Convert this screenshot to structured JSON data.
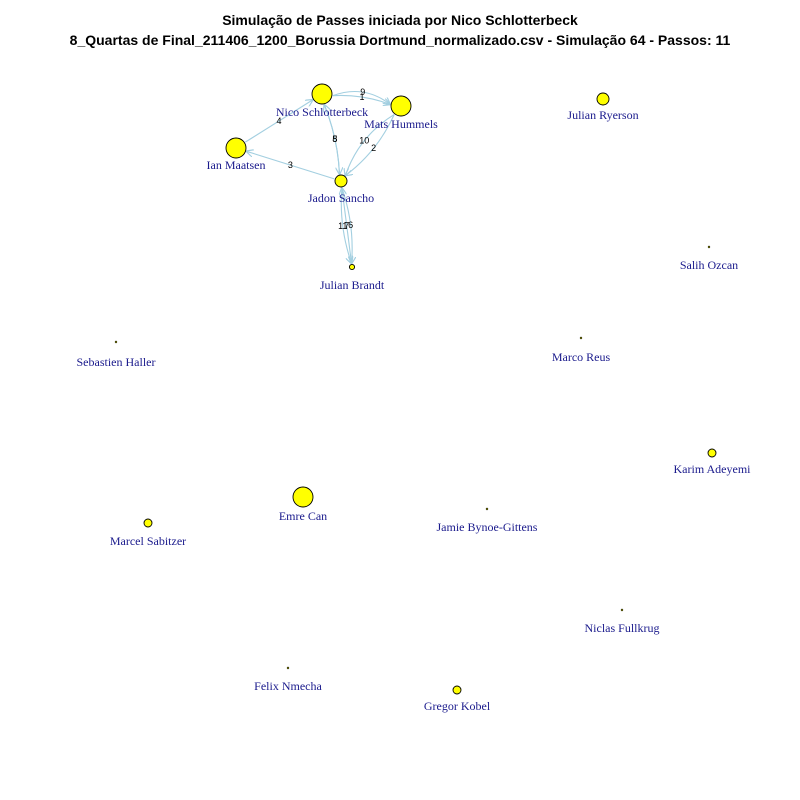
{
  "title": {
    "line1": "Simulação de Passes iniciada por Nico Schlotterbeck",
    "line2": "8_Quartas de Final_211406_1200_Borussia Dortmund_normalizado.csv - Simulação 64 - Passos: 11"
  },
  "colors": {
    "node_fill": "#ffff00",
    "node_stroke": "#000000",
    "edge": "#a3cfe0",
    "label": "#1a1a8c"
  },
  "nodes": [
    {
      "id": "nico",
      "label": "Nico Schlotterbeck",
      "size": "large"
    },
    {
      "id": "mats",
      "label": "Mats Hummels",
      "size": "large"
    },
    {
      "id": "ian",
      "label": "Ian Maatsen",
      "size": "large"
    },
    {
      "id": "jadon",
      "label": "Jadon Sancho",
      "size": "medium"
    },
    {
      "id": "brandt",
      "label": "Julian Brandt",
      "size": "tiny"
    },
    {
      "id": "ryerson",
      "label": "Julian Ryerson",
      "size": "medium"
    },
    {
      "id": "ozcan",
      "label": "Salih Ozcan",
      "size": "dot"
    },
    {
      "id": "haller",
      "label": "Sebastien Haller",
      "size": "dot"
    },
    {
      "id": "reus",
      "label": "Marco Reus",
      "size": "dot"
    },
    {
      "id": "adeyemi",
      "label": "Karim Adeyemi",
      "size": "small"
    },
    {
      "id": "emre",
      "label": "Emre Can",
      "size": "large"
    },
    {
      "id": "sabitzer",
      "label": "Marcel Sabitzer",
      "size": "small"
    },
    {
      "id": "bynoe",
      "label": "Jamie Bynoe-Gittens",
      "size": "dot"
    },
    {
      "id": "fullkrug",
      "label": "Niclas Fullkrug",
      "size": "dot"
    },
    {
      "id": "nmecha",
      "label": "Felix Nmecha",
      "size": "dot"
    },
    {
      "id": "kobel",
      "label": "Gregor Kobel",
      "size": "small"
    }
  ],
  "edges": [
    {
      "step": "1",
      "from": "nico",
      "to": "mats"
    },
    {
      "step": "2",
      "from": "mats",
      "to": "jadon"
    },
    {
      "step": "3",
      "from": "jadon",
      "to": "ian"
    },
    {
      "step": "4",
      "from": "ian",
      "to": "nico"
    },
    {
      "step": "5",
      "from": "nico",
      "to": "jadon"
    },
    {
      "step": "6",
      "from": "jadon",
      "to": "brandt"
    },
    {
      "step": "7",
      "from": "brandt",
      "to": "jadon"
    },
    {
      "step": "8",
      "from": "jadon",
      "to": "nico"
    },
    {
      "step": "9",
      "from": "nico",
      "to": "mats"
    },
    {
      "step": "10",
      "from": "mats",
      "to": "jadon"
    },
    {
      "step": "11",
      "from": "jadon",
      "to": "brandt"
    }
  ]
}
